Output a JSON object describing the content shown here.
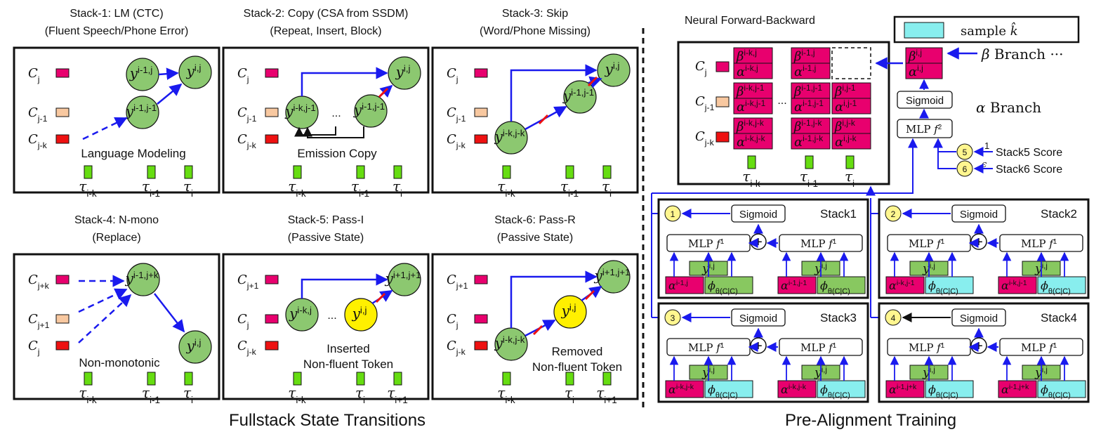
{
  "colors": {
    "magenta": "#e8006e",
    "peach": "#f8c8a0",
    "red": "#ee1111",
    "green_node": "#8cc870",
    "green_cell": "#88c860",
    "lime_tau": "#66dd11",
    "yellow_node": "#fff000",
    "cyan": "#88eeee",
    "blue_arrow": "#1a1aee"
  },
  "stacks": [
    {
      "title1": "Stack-1: LM (CTC)",
      "title2": "(Fluent Speech/Phone Error)",
      "rows": [
        "C",
        "C",
        "C"
      ],
      "rowsub": [
        "j",
        "j-1",
        "j-k"
      ],
      "taus": [
        "τ",
        "τ",
        "τ"
      ],
      "tausub": [
        "i-k",
        "i-1",
        "i"
      ],
      "label1": "Language Modeling",
      "label2": "",
      "node_a": "y",
      "node_a_sup": "i-1,j",
      "node_b": "y",
      "node_b_sup": "i,j",
      "node_c": "y",
      "node_c_sup": "i-1,j-1"
    },
    {
      "title1": "Stack-2: Copy (CSA from SSDM)",
      "title2": "(Repeat, Insert, Block)",
      "rows": [
        "C",
        "C",
        "C"
      ],
      "rowsub": [
        "j",
        "j-1",
        "j-k"
      ],
      "taus": [
        "τ",
        "τ",
        "τ"
      ],
      "tausub": [
        "i-k",
        "i-1",
        "i"
      ],
      "label1": "Emission Copy",
      "label2": "",
      "node_a": "y",
      "node_a_sup": "i-k,j-1",
      "node_b": "y",
      "node_b_sup": "i-1,j-1",
      "node_c": "y",
      "node_c_sup": "i,j"
    },
    {
      "title1": "Stack-3: Skip",
      "title2": "(Word/Phone Missing)",
      "rows": [
        "C",
        "C",
        "C"
      ],
      "rowsub": [
        "j",
        "j-1",
        "j-k"
      ],
      "taus": [
        "τ",
        "τ",
        "τ"
      ],
      "tausub": [
        "i-k",
        "i-1",
        "i"
      ],
      "label1": "",
      "label2": "",
      "node_a": "y",
      "node_a_sup": "i-k,j-k",
      "node_b": "y",
      "node_b_sup": "i-1,j-1",
      "node_c": "y",
      "node_c_sup": "i,j"
    },
    {
      "title1": "Stack-4: N-mono",
      "title2": "(Replace)",
      "rows": [
        "C",
        "C",
        "C"
      ],
      "rowsub": [
        "j+k",
        "j+1",
        "j"
      ],
      "taus": [
        "τ",
        "τ",
        "τ"
      ],
      "tausub": [
        "i-k",
        "i-1",
        "i"
      ],
      "label1": "Non-monotonic",
      "label2": "",
      "node_a": "y",
      "node_a_sup": "i-1,j+k",
      "node_b": "y",
      "node_b_sup": "i,j",
      "node_c": "",
      "node_c_sup": ""
    },
    {
      "title1": "Stack-5: Pass-I",
      "title2": "(Passive State)",
      "rows": [
        "C",
        "C",
        "C"
      ],
      "rowsub": [
        "j+1",
        "j",
        "j-k"
      ],
      "taus": [
        "τ",
        "τ",
        "τ"
      ],
      "tausub": [
        "i-k",
        "i",
        "i+1"
      ],
      "label1": "Inserted",
      "label2": "Non-fluent Token",
      "node_a": "y",
      "node_a_sup": "i-k,j",
      "node_b": "y",
      "node_b_sup": "i,j",
      "node_c": "y",
      "node_c_sup": "i+1,j+1"
    },
    {
      "title1": "Stack-6: Pass-R",
      "title2": "(Passive State)",
      "rows": [
        "C",
        "C",
        "C"
      ],
      "rowsub": [
        "j+1",
        "j",
        "j-k"
      ],
      "taus": [
        "τ",
        "τ",
        "τ"
      ],
      "tausub": [
        "i-k",
        "i",
        "i+1"
      ],
      "label1": "Removed",
      "label2": "Non-fluent Token",
      "node_a": "y",
      "node_a_sup": "i-k,j-k",
      "node_b": "y",
      "node_b_sup": "i,j",
      "node_c": "y",
      "node_c_sup": "i+1,j+1"
    }
  ],
  "dots": "...",
  "captions": {
    "left": "Fullstack State Transitions",
    "right": "Pre-Alignment Training"
  },
  "nfb": {
    "title": "Neural Forward-Backward",
    "row_c": "C",
    "row_sub": [
      "j",
      "j-1",
      "j-k"
    ],
    "beta": "β",
    "alpha": "α",
    "cells": [
      [
        "i-k,j",
        "i-1,j",
        ""
      ],
      [
        "i-k,j-1",
        "i-1,j-1",
        "i,j-1"
      ],
      [
        "i-k,j-k",
        "i-1,j-k",
        "i,j-k"
      ]
    ],
    "taus": [
      "τ",
      "τ",
      "τ"
    ],
    "tausub": [
      "i-k",
      "i-1",
      "i"
    ],
    "cell_sup": "i,j",
    "legend": "sample",
    "legend_k": "k̂",
    "beta_branch": "Branch",
    "alpha_branch": "Branch",
    "more": "···",
    "sigmoid": "Sigmoid",
    "mlp": "MLP",
    "mlp_f": "f",
    "mlp_sup2": "2",
    "mlp_sup1": "1",
    "mlp_sub": "θ",
    "score5": "Stack5 Score",
    "score6": "Stack6 Score",
    "num5": "5",
    "num6": "6",
    "one": "1",
    "eps": "ϵ"
  },
  "mini": [
    {
      "name": "Stack1",
      "num": "1",
      "a1": "i-1,j",
      "p1": "θ(C|C)",
      "p1sub": "j",
      "p1sub2": "i",
      "a2": "i-1,j-1",
      "p2": "θ(C|C)",
      "p2sub": "j",
      "p2sub2": "i-1",
      "cyan": false
    },
    {
      "name": "Stack2",
      "num": "2",
      "a1": "i-k,j-1",
      "p1": "θ(C|C)",
      "p1sub": "j",
      "p1sub2": "j-1",
      "a2": "i-k,j-1",
      "p2": "θ(C|C)",
      "p2sub": "j",
      "p2sub2": "j-1",
      "cyan": true
    },
    {
      "name": "Stack3",
      "num": "3",
      "a1": "i-k,j-k",
      "p1": "θ(C|C)",
      "p1sub": "j",
      "p1sub2": "j-k",
      "a2": "i-k,j-k",
      "p2": "θ(C|C)",
      "p2sub": "j",
      "p2sub2": "j-k",
      "cyan": true
    },
    {
      "name": "Stack4",
      "num": "4",
      "a1": "i-1,j+k",
      "p1": "θ(C|C)",
      "p1sub": "j",
      "p1sub2": "j+k",
      "a2": "i-1,j+k",
      "p2": "θ(C|C)",
      "p2sub": "j",
      "p2sub2": "j+k",
      "cyan": true
    }
  ],
  "mini_y": "y",
  "mini_ysup": "i,j",
  "mini_alpha": "α",
  "mini_phi": "ϕ",
  "plus": "+"
}
